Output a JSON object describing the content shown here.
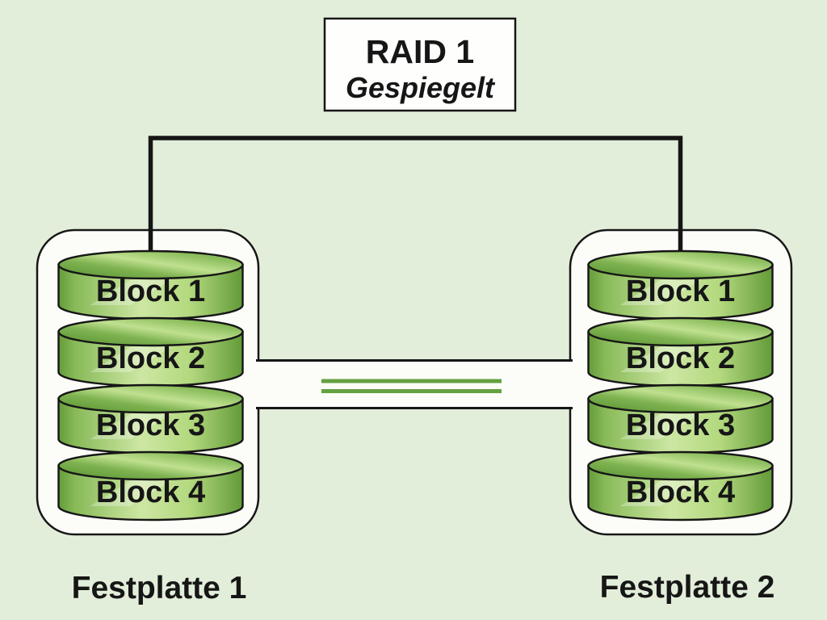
{
  "title": {
    "line1": "RAID 1",
    "line2": "Gespiegelt"
  },
  "drives": [
    {
      "name": "Festplatte 1",
      "blocks": [
        "Block 1",
        "Block 2",
        "Block 3",
        "Block 4"
      ]
    },
    {
      "name": "Festplatte 2",
      "blocks": [
        "Block 1",
        "Block 2",
        "Block 3",
        "Block 4"
      ]
    }
  ],
  "mirror": {
    "symbol": "double-equals-line"
  },
  "colors": {
    "background": "#e2eeda",
    "panel": "#fcfdf9",
    "outline": "#161616",
    "cylinder_light": "#cde7a3",
    "cylinder_dark": "#649b39",
    "mirror_line": "#64a140"
  }
}
